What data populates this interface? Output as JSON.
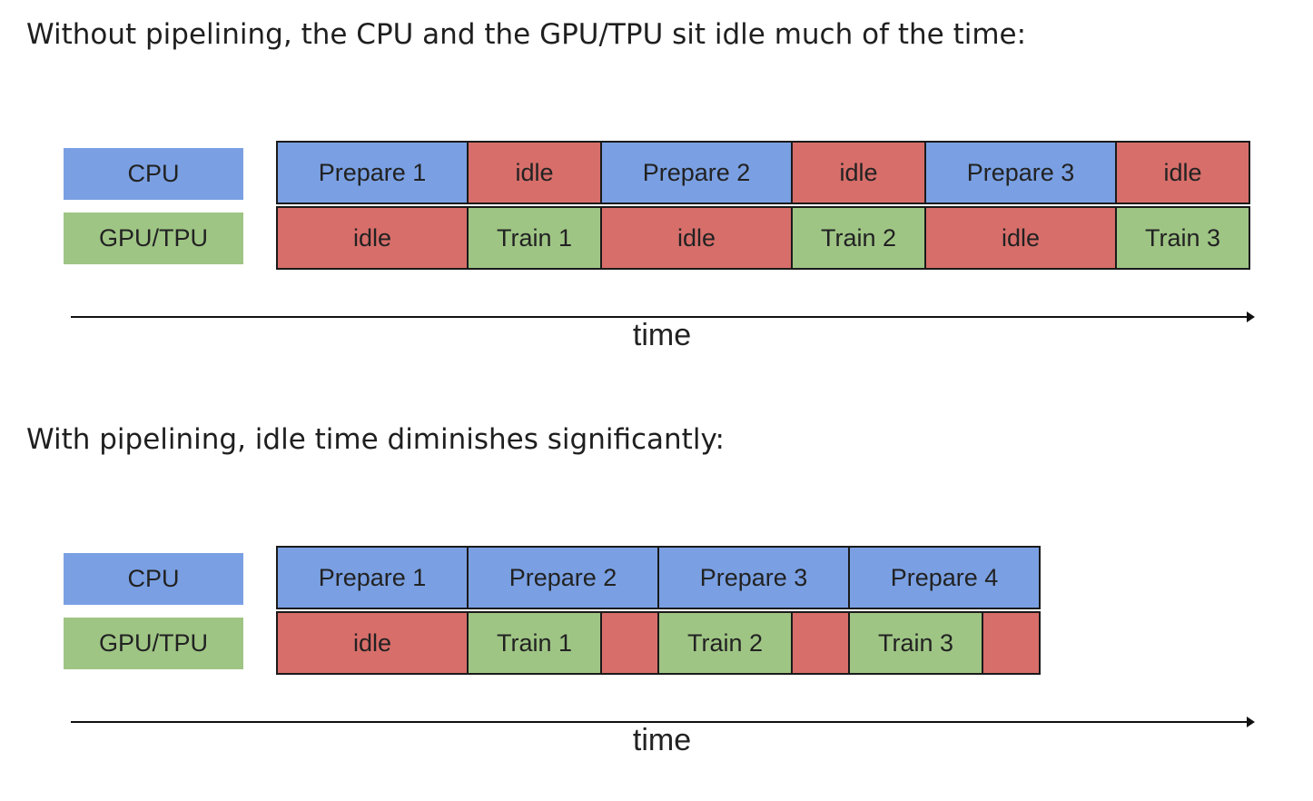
{
  "colors": {
    "cpu": "#7aa0e3",
    "gpu": "#9fc585",
    "idle": "#d76e6a"
  },
  "captions": {
    "top": "Without pipelining, the CPU and the GPU/TPU sit idle much of the time:",
    "bottom": "With pipelining, idle time diminishes significantly:"
  },
  "legend": {
    "cpu": "CPU",
    "gpu": "GPU/TPU"
  },
  "axis_label": "time",
  "diagrams": [
    {
      "cpu_row": [
        {
          "label": "Prepare 1",
          "kind": "cpu",
          "units": 2
        },
        {
          "label": "idle",
          "kind": "idle",
          "units": 1.4
        },
        {
          "label": "Prepare 2",
          "kind": "cpu",
          "units": 2
        },
        {
          "label": "idle",
          "kind": "idle",
          "units": 1.4
        },
        {
          "label": "Prepare 3",
          "kind": "cpu",
          "units": 2
        },
        {
          "label": "idle",
          "kind": "idle",
          "units": 1.4
        }
      ],
      "gpu_row": [
        {
          "label": "idle",
          "kind": "idle",
          "units": 2
        },
        {
          "label": "Train 1",
          "kind": "gpu",
          "units": 1.4
        },
        {
          "label": "idle",
          "kind": "idle",
          "units": 2
        },
        {
          "label": "Train 2",
          "kind": "gpu",
          "units": 1.4
        },
        {
          "label": "idle",
          "kind": "idle",
          "units": 2
        },
        {
          "label": "Train 3",
          "kind": "gpu",
          "units": 1.4
        }
      ]
    },
    {
      "cpu_row": [
        {
          "label": "Prepare 1",
          "kind": "cpu",
          "units": 2
        },
        {
          "label": "Prepare 2",
          "kind": "cpu",
          "units": 2
        },
        {
          "label": "Prepare 3",
          "kind": "cpu",
          "units": 2
        },
        {
          "label": "Prepare 4",
          "kind": "cpu",
          "units": 2
        }
      ],
      "gpu_row": [
        {
          "label": "idle",
          "kind": "idle",
          "units": 2
        },
        {
          "label": "Train 1",
          "kind": "gpu",
          "units": 1.4
        },
        {
          "label": "",
          "kind": "idle",
          "units": 0.6
        },
        {
          "label": "Train 2",
          "kind": "gpu",
          "units": 1.4
        },
        {
          "label": "",
          "kind": "idle",
          "units": 0.6
        },
        {
          "label": "Train 3",
          "kind": "gpu",
          "units": 1.4
        },
        {
          "label": "",
          "kind": "idle",
          "units": 0.6
        }
      ]
    }
  ]
}
